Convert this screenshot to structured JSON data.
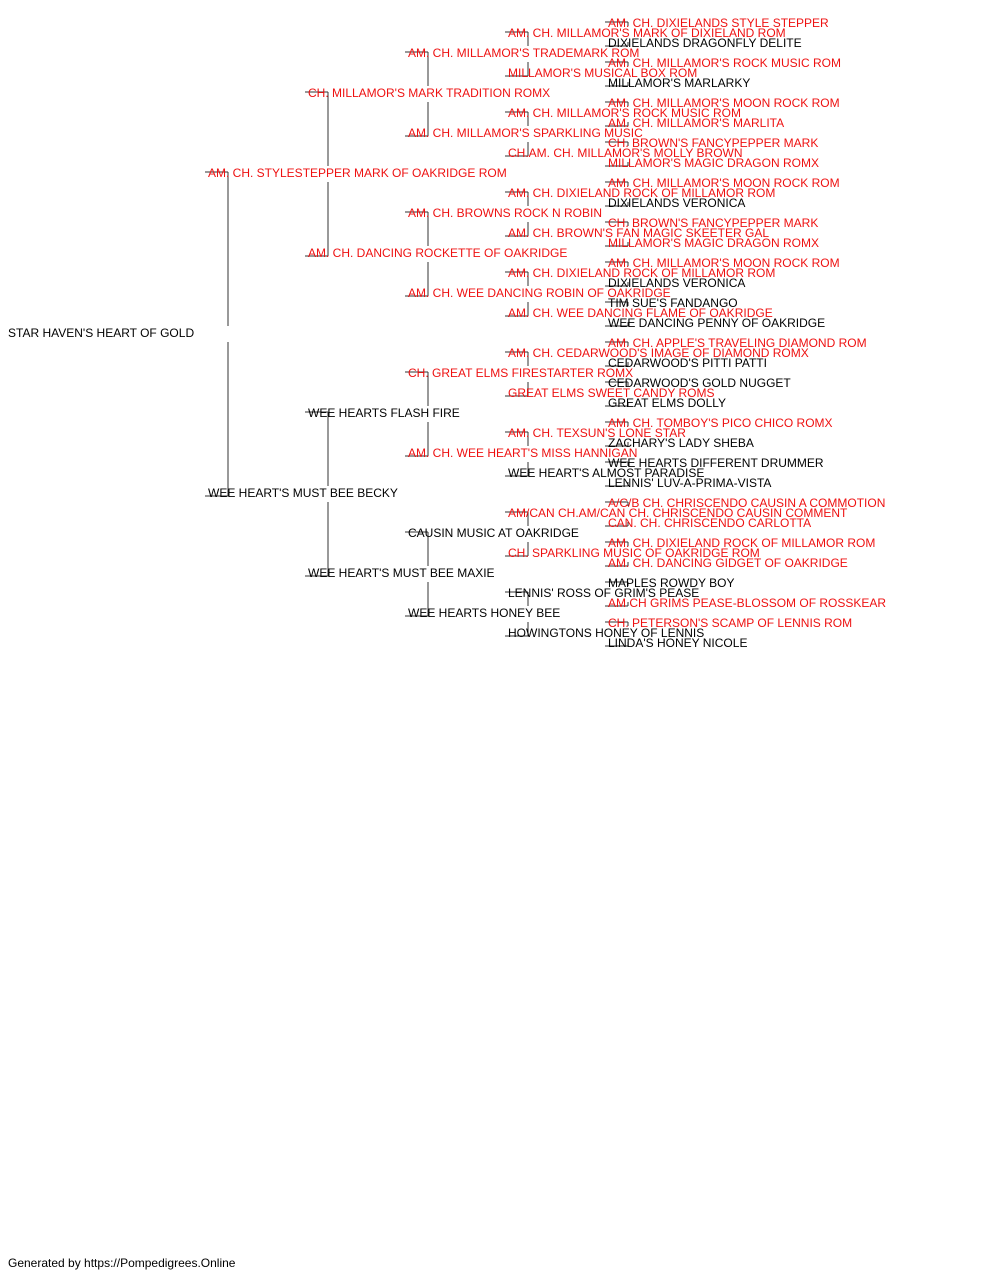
{
  "colors": {
    "champion": "#ee1111",
    "regular": "#000000",
    "connector": "#333333"
  },
  "pedigree": {
    "name": "STAR HAVEN'S HEART OF GOLD",
    "champion": false,
    "sire": {
      "name": "AM. CH. STYLESTEPPER MARK OF OAKRIDGE ROM",
      "champion": true,
      "sire": {
        "name": "CH. MILLAMOR'S MARK TRADITION ROMX",
        "champion": true,
        "sire": {
          "name": "AM. CH. MILLAMOR'S TRADEMARK ROM",
          "champion": true,
          "sire": {
            "name": "AM. CH. MILLAMOR'S MARK OF DIXIELAND ROM",
            "champion": true,
            "sire": {
              "name": "AM. CH. DIXIELANDS STYLE STEPPER",
              "champion": true
            },
            "dam": {
              "name": "DIXIELANDS DRAGONFLY DELITE",
              "champion": false
            }
          },
          "dam": {
            "name": "MILLAMOR'S MUSICAL BOX ROM",
            "champion": true,
            "sire": {
              "name": "AM. CH. MILLAMOR'S ROCK MUSIC ROM",
              "champion": true
            },
            "dam": {
              "name": "MILLAMOR'S MARLARKY",
              "champion": false
            }
          }
        },
        "dam": {
          "name": "AM. CH. MILLAMOR'S SPARKLING MUSIC",
          "champion": true,
          "sire": {
            "name": "AM. CH. MILLAMOR'S ROCK MUSIC ROM",
            "champion": true,
            "sire": {
              "name": "AM. CH. MILLAMOR'S MOON ROCK ROM",
              "champion": true
            },
            "dam": {
              "name": "AM. CH. MILLAMOR'S MARLITA",
              "champion": true
            }
          },
          "dam": {
            "name": "CH.AM. CH. MILLAMOR'S MOLLY BROWN",
            "champion": true,
            "sire": {
              "name": "CH. BROWN'S FANCYPEPPER MARK",
              "champion": true
            },
            "dam": {
              "name": "MILLAMOR'S MAGIC DRAGON ROMX",
              "champion": true
            }
          }
        }
      },
      "dam": {
        "name": "AM. CH. DANCING ROCKETTE OF OAKRIDGE",
        "champion": true,
        "sire": {
          "name": "AM. CH. BROWNS ROCK N ROBIN",
          "champion": true,
          "sire": {
            "name": "AM. CH. DIXIELAND ROCK OF MILLAMOR ROM",
            "champion": true,
            "sire": {
              "name": "AM. CH. MILLAMOR'S MOON ROCK ROM",
              "champion": true
            },
            "dam": {
              "name": "DIXIELANDS VERONICA",
              "champion": false
            }
          },
          "dam": {
            "name": "AM. CH. BROWN'S FAN MAGIC SKEETER GAL",
            "champion": true,
            "sire": {
              "name": "CH. BROWN'S FANCYPEPPER MARK",
              "champion": true
            },
            "dam": {
              "name": "MILLAMOR'S MAGIC DRAGON ROMX",
              "champion": true
            }
          }
        },
        "dam": {
          "name": "AM. CH. WEE DANCING ROBIN OF OAKRIDGE",
          "champion": true,
          "sire": {
            "name": "AM. CH. DIXIELAND ROCK OF MILLAMOR ROM",
            "champion": true,
            "sire": {
              "name": "AM. CH. MILLAMOR'S MOON ROCK ROM",
              "champion": true
            },
            "dam": {
              "name": "DIXIELANDS VERONICA",
              "champion": false
            }
          },
          "dam": {
            "name": "AM. CH. WEE DANCING FLAME OF OAKRIDGE",
            "champion": true,
            "sire": {
              "name": "TIM SUE'S FANDANGO",
              "champion": false
            },
            "dam": {
              "name": "WEE DANCING PENNY OF OAKRIDGE",
              "champion": false
            }
          }
        }
      }
    },
    "dam": {
      "name": "WEE HEART'S MUST BEE BECKY",
      "champion": false,
      "sire": {
        "name": "WEE HEARTS FLASH FIRE",
        "champion": false,
        "sire": {
          "name": "CH. GREAT ELMS FIRESTARTER ROMX",
          "champion": true,
          "sire": {
            "name": "AM. CH. CEDARWOOD'S IMAGE OF DIAMOND ROMX",
            "champion": true,
            "sire": {
              "name": "AM. CH. APPLE'S TRAVELING DIAMOND ROM",
              "champion": true
            },
            "dam": {
              "name": "CEDARWOOD'S PITTI PATTI",
              "champion": false
            }
          },
          "dam": {
            "name": "GREAT ELMS SWEET CANDY ROMS",
            "champion": true,
            "sire": {
              "name": "CEDARWOOD'S GOLD NUGGET",
              "champion": false
            },
            "dam": {
              "name": "GREAT ELMS DOLLY",
              "champion": false
            }
          }
        },
        "dam": {
          "name": "AM. CH. WEE HEART'S MISS HANNIGAN",
          "champion": true,
          "sire": {
            "name": "AM. CH. TEXSUN'S LONE STAR",
            "champion": true,
            "sire": {
              "name": "AM. CH. TOMBOY'S PICO CHICO ROMX",
              "champion": true
            },
            "dam": {
              "name": "ZACHARY'S LADY SHEBA",
              "champion": false
            }
          },
          "dam": {
            "name": "WEE HEART'S ALMOST PARADISE",
            "champion": false,
            "sire": {
              "name": "WEE HEARTS DIFFERENT DRUMMER",
              "champion": false
            },
            "dam": {
              "name": "LENNIS' LUV-A-PRIMA-VISTA",
              "champion": false
            }
          }
        }
      },
      "dam": {
        "name": "WEE HEART'S MUST BEE MAXIE",
        "champion": false,
        "sire": {
          "name": "CAUSIN MUSIC AT OAKRIDGE",
          "champion": false,
          "sire": {
            "name": "AM/CAN CH.AM/CAN CH. CHRISCENDO CAUSIN COMMENT",
            "champion": true,
            "sire": {
              "name": "A/C/B CH. CHRISCENDO CAUSIN A COMMOTION",
              "champion": true
            },
            "dam": {
              "name": "CAN. CH. CHRISCENDO CARLOTTA",
              "champion": true
            }
          },
          "dam": {
            "name": "CH. SPARKLING MUSIC OF OAKRIDGE ROM",
            "champion": true,
            "sire": {
              "name": "AM. CH. DIXIELAND ROCK OF MILLAMOR ROM",
              "champion": true
            },
            "dam": {
              "name": "AM. CH. DANCING GIDGET OF OAKRIDGE",
              "champion": true
            }
          }
        },
        "dam": {
          "name": "WEE HEARTS HONEY BEE",
          "champion": false,
          "sire": {
            "name": "LENNIS' ROSS OF GRIM'S PEASE",
            "champion": false,
            "sire": {
              "name": "MAPLES ROWDY BOY",
              "champion": false
            },
            "dam": {
              "name": "AM CH GRIMS PEASE-BLOSSOM OF ROSSKEAR",
              "champion": true
            }
          },
          "dam": {
            "name": "HOWINGTONS HONEY OF LENNIS",
            "champion": false,
            "sire": {
              "name": "CH. PETERSON'S SCAMP OF LENNIS ROM",
              "champion": true
            },
            "dam": {
              "name": "LINDA'S HONEY NICOLE",
              "champion": false
            }
          }
        }
      }
    }
  },
  "footer": {
    "text": "Generated by https://Pompedigrees.Online"
  }
}
